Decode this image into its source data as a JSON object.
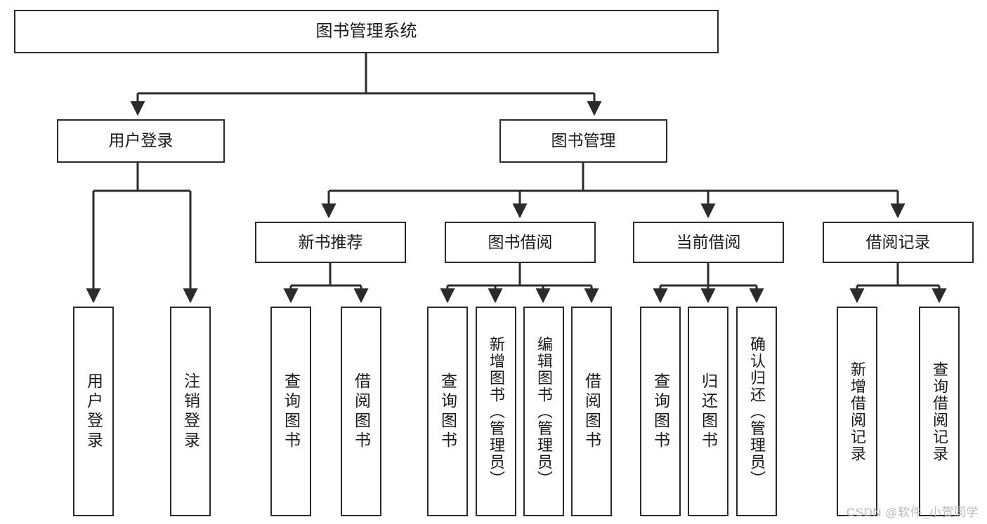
{
  "diagram": {
    "type": "tree",
    "title": "图书管理系统",
    "orientation": "top-down",
    "colors": {
      "node_border": "#2b2b2b",
      "node_fill": "#ffffff",
      "edge": "#2b2b2b",
      "text": "#1a1a1a",
      "watermark": "#b9b9b9"
    },
    "root": {
      "label": "图书管理系统"
    },
    "level2": [
      {
        "id": "user-login",
        "label": "用户登录"
      },
      {
        "id": "book-manage",
        "label": "图书管理"
      }
    ],
    "level3": [
      {
        "id": "new-book-recommend",
        "label": "新书推荐",
        "parent": "book-manage"
      },
      {
        "id": "book-borrow",
        "label": "图书借阅",
        "parent": "book-manage"
      },
      {
        "id": "current-borrow",
        "label": "当前借阅",
        "parent": "book-manage"
      },
      {
        "id": "borrow-record",
        "label": "借阅记录",
        "parent": "book-manage"
      }
    ],
    "leaves": {
      "user_login": [
        {
          "id": "leaf-user-login",
          "label": "用户登录"
        },
        {
          "id": "leaf-logout-login",
          "label": "注销登录"
        }
      ],
      "new_book_recommend": [
        {
          "id": "leaf-query-book-1",
          "label": "查询图书"
        },
        {
          "id": "leaf-borrow-book-1",
          "label": "借阅图书"
        }
      ],
      "book_borrow": [
        {
          "id": "leaf-query-book-2",
          "label": "查询图书"
        },
        {
          "id": "leaf-add-book",
          "label": "新增图书（管理员）"
        },
        {
          "id": "leaf-edit-book",
          "label": "编辑图书（管理员）"
        },
        {
          "id": "leaf-borrow-book-2",
          "label": "借阅图书"
        }
      ],
      "current_borrow": [
        {
          "id": "leaf-query-book-3",
          "label": "查询图书"
        },
        {
          "id": "leaf-return-book",
          "label": "归还图书"
        },
        {
          "id": "leaf-confirm-return",
          "label": "确认归还（管理员）"
        }
      ],
      "borrow_record": [
        {
          "id": "leaf-add-record",
          "label": "新增借阅记录"
        },
        {
          "id": "leaf-query-record",
          "label": "查询借阅记录"
        }
      ]
    }
  },
  "watermark": {
    "text": "CSDN @软件_小贺同学"
  }
}
